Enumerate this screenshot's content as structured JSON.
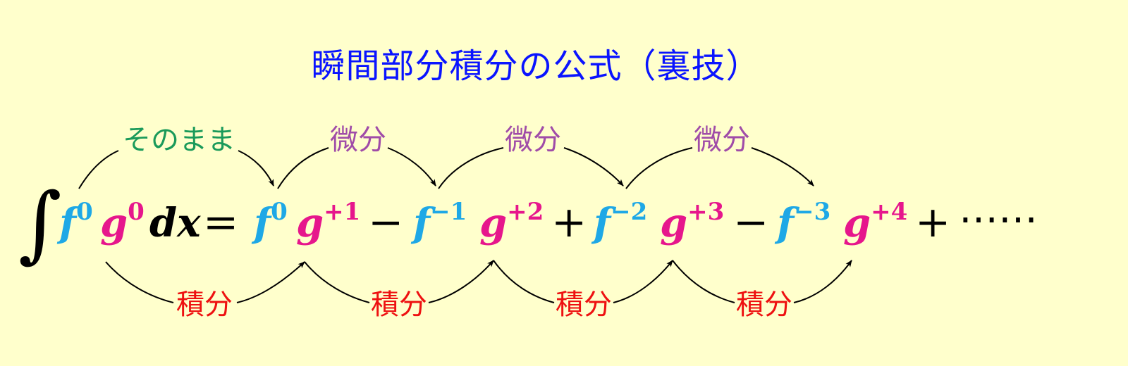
{
  "title": "瞬間部分積分の公式（裏技）",
  "colors": {
    "background": "#ffffcc",
    "title": "#0a14ff",
    "f": "#1ea8e6",
    "g": "#e6168c",
    "keep_label": "#1a9a5a",
    "diff_label": "#a04ca8",
    "int_label": "#ee1111",
    "arrows": "#000000"
  },
  "labels": {
    "keep": "そのまま",
    "diff": "微分",
    "integ": "積分"
  },
  "formula": {
    "integral": "∫",
    "lhs": {
      "f_base": "f",
      "f_exp": "0",
      "g_base": "g",
      "g_exp": "0",
      "dx": "dx"
    },
    "equals": "=",
    "terms": [
      {
        "f_exp": "0",
        "g_exp": "+1"
      },
      {
        "f_exp": "−1",
        "g_exp": "+2"
      },
      {
        "f_exp": "−2",
        "g_exp": "+3"
      },
      {
        "f_exp": "−3",
        "g_exp": "+4"
      }
    ],
    "operators": [
      "−",
      "+",
      "−",
      "+"
    ],
    "ellipsis": "⋯⋯"
  }
}
